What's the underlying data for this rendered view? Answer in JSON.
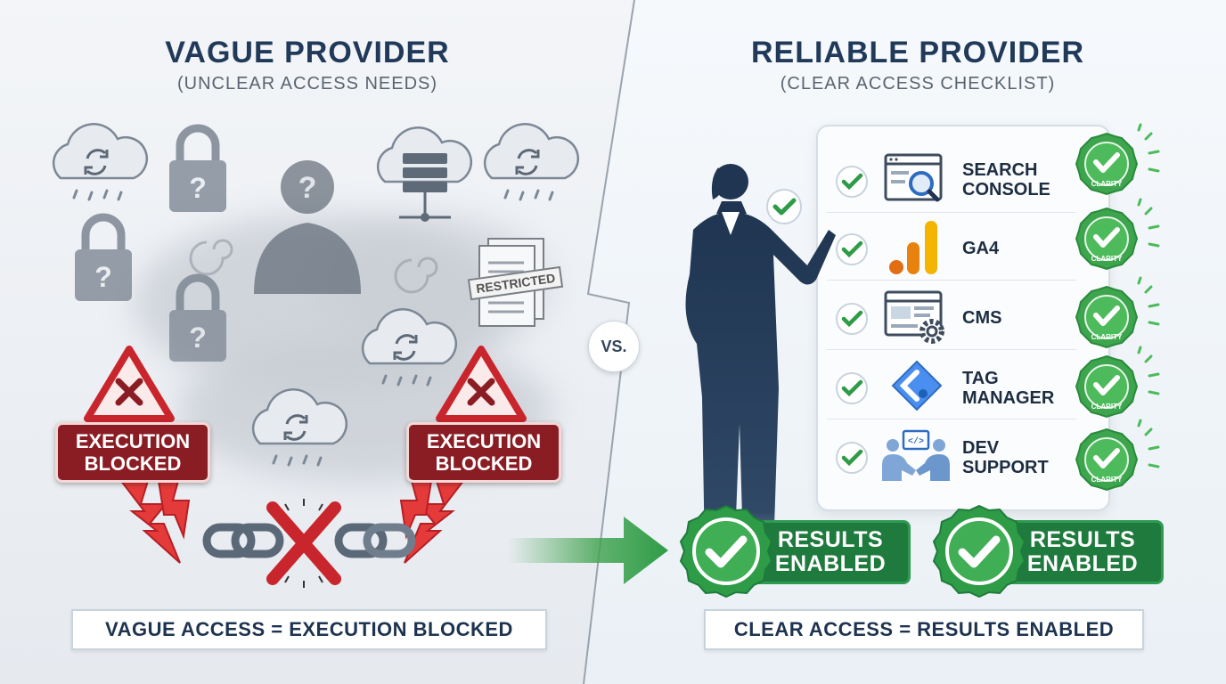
{
  "left": {
    "title": "VAGUE PROVIDER",
    "subtitle": "(UNCLEAR ACCESS NEEDS)",
    "blocked_label_1": "EXECUTION\nBLOCKED",
    "blocked_label_2": "EXECUTION\nBLOCKED",
    "restricted_stamp": "RESTRICTED",
    "banner": "VAGUE ACCESS = EXECUTION BLOCKED"
  },
  "vs_label": "VS.",
  "right": {
    "title": "RELIABLE PROVIDER",
    "subtitle": "(CLEAR ACCESS CHECKLIST)",
    "checklist": [
      {
        "label": "SEARCH\nCONSOLE",
        "icon": "search-console-icon",
        "badge": "CLARITY"
      },
      {
        "label": "GA4",
        "icon": "ga4-icon",
        "badge": "CLARITY"
      },
      {
        "label": "CMS",
        "icon": "cms-icon",
        "badge": "CLARITY"
      },
      {
        "label": "TAG\nMANAGER",
        "icon": "tag-manager-icon",
        "badge": "CLARITY"
      },
      {
        "label": "DEV\nSUPPORT",
        "icon": "dev-support-icon",
        "badge": "CLARITY"
      }
    ],
    "results_1": "RESULTS\nENABLED",
    "results_2": "RESULTS\nENABLED",
    "banner": "CLEAR ACCESS = RESULTS ENABLED"
  },
  "colors": {
    "navy": "#213a5a",
    "blocked_red": "#8a1d24",
    "warning_red": "#c8262c",
    "success_green": "#2e9b47",
    "dark_green": "#1f7a3d"
  }
}
